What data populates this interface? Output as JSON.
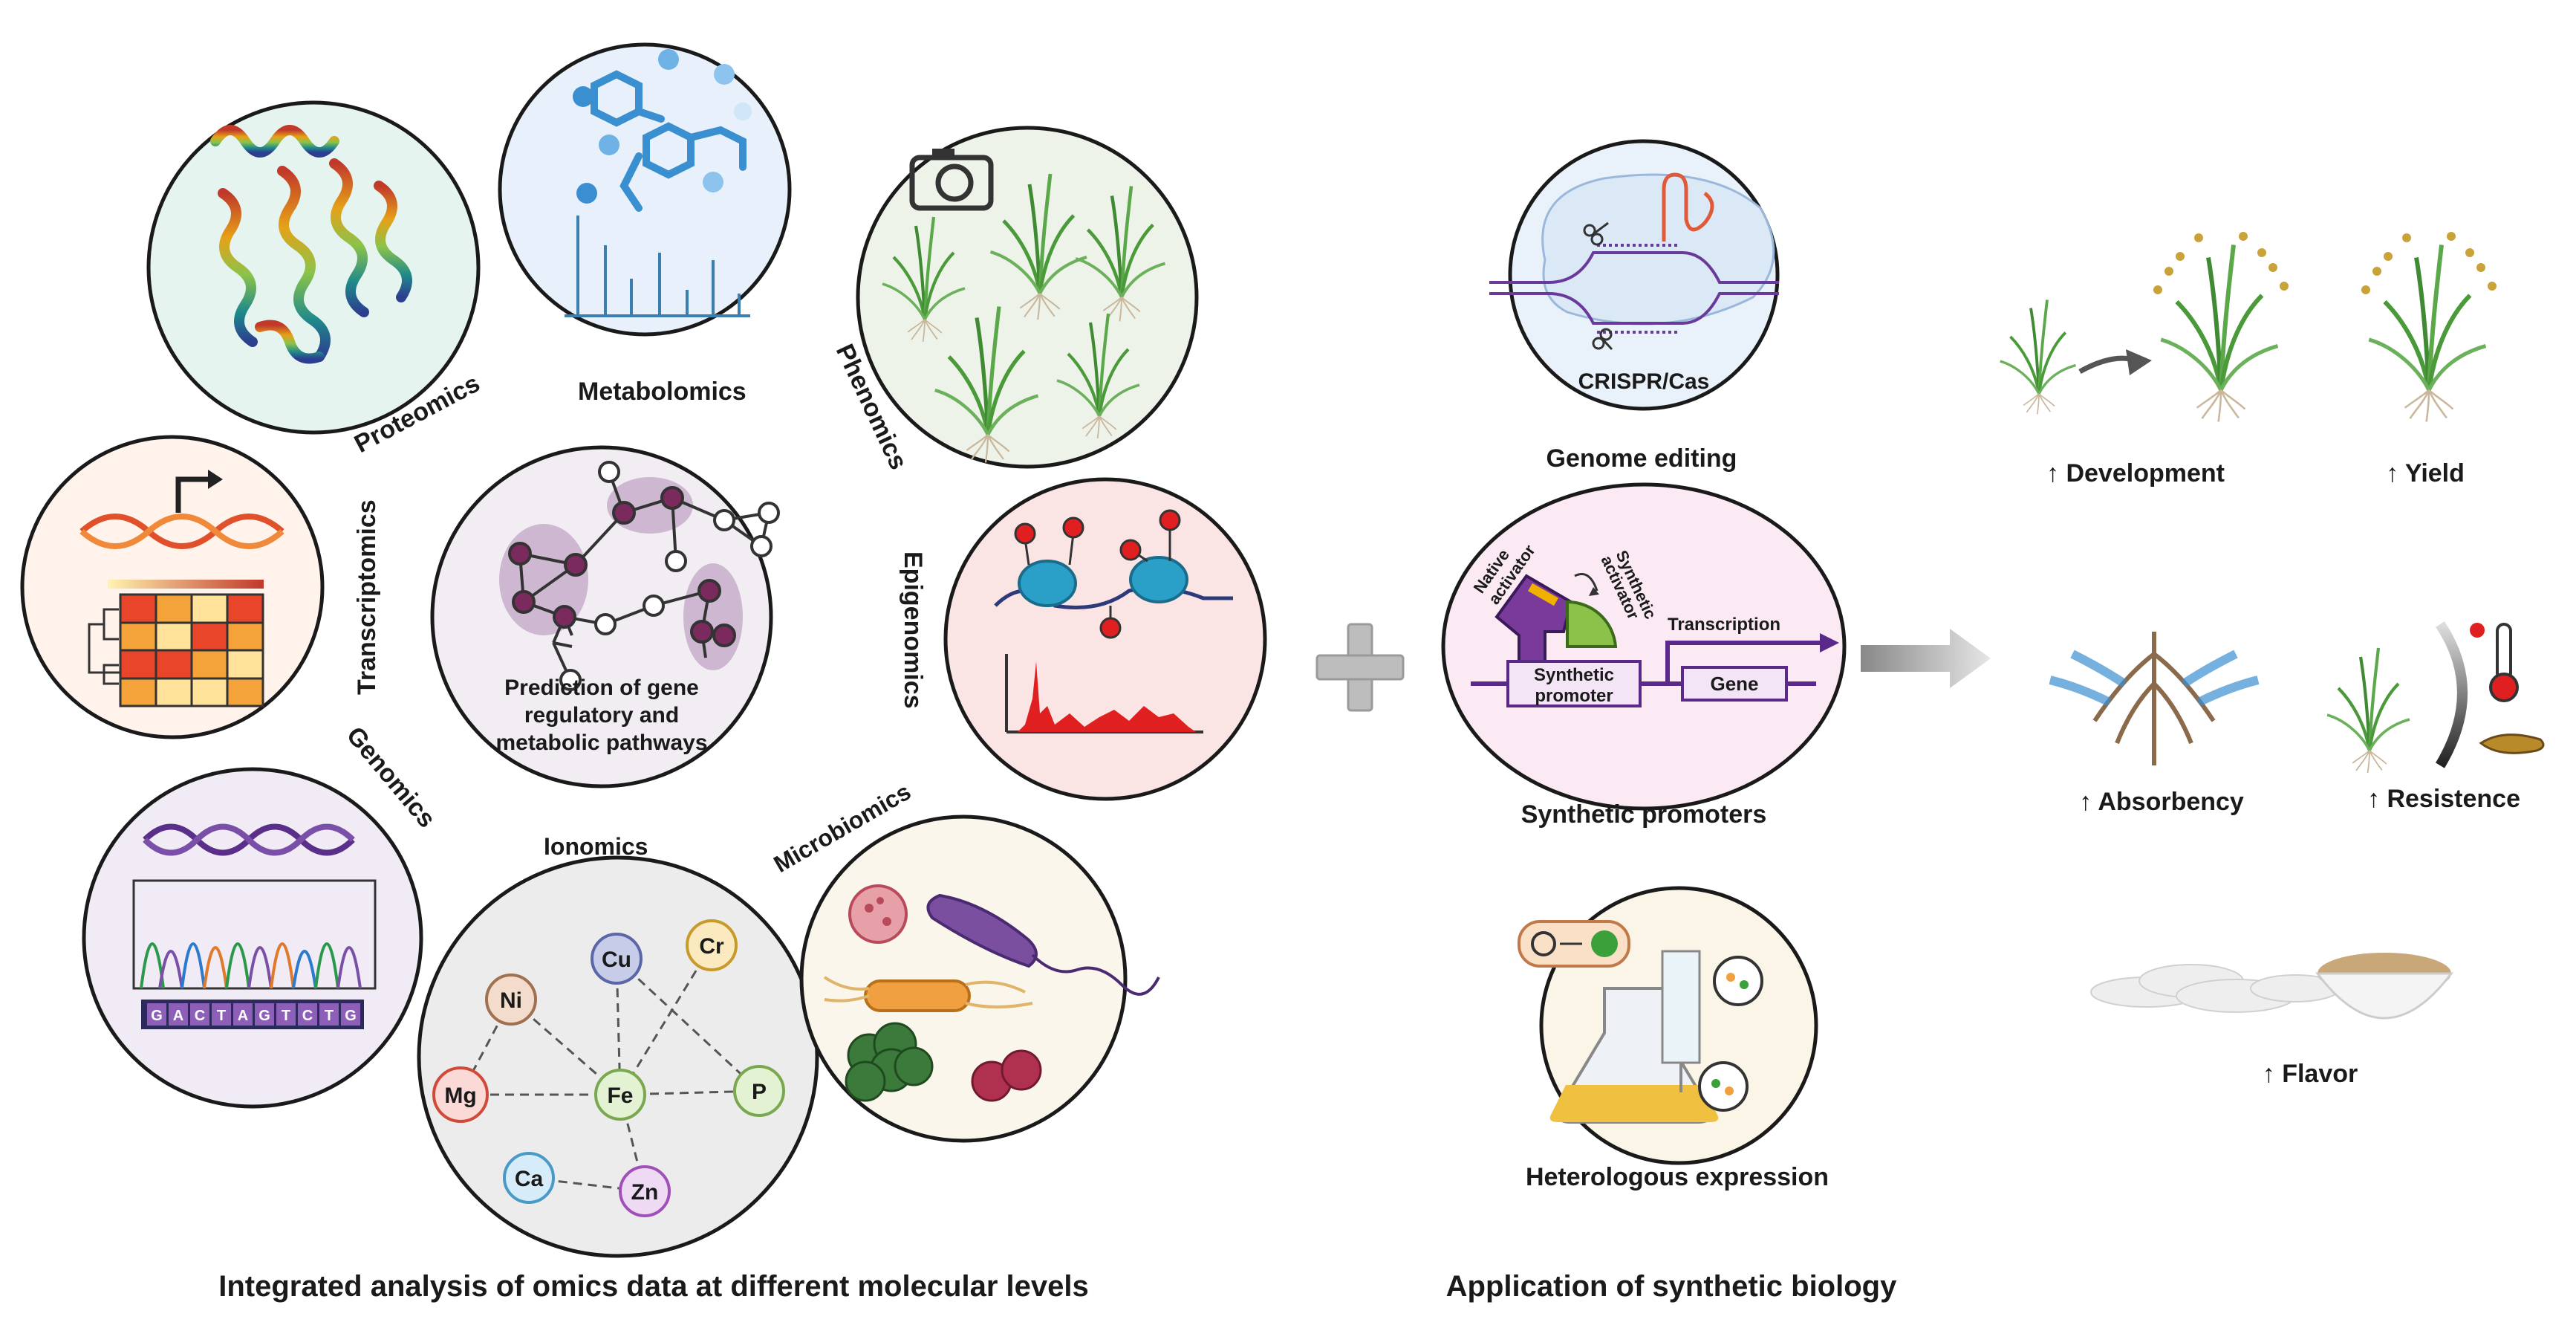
{
  "omics_labels": {
    "proteomics": "Proteomics",
    "metabolomics": "Metabolomics",
    "phenomics": "Phenomics",
    "transcriptomics": "Transcriptomics",
    "epigenomics": "Epigenomics",
    "genomics": "Genomics",
    "ionomics": "Ionomics",
    "microbiomics": "Microbiomics"
  },
  "center_text": [
    "Prediction of gene",
    "regulatory and",
    "metabolic pathways"
  ],
  "ions": [
    "Cu",
    "Cr",
    "Ni",
    "Mg",
    "Fe",
    "P",
    "Ca",
    "Zn"
  ],
  "dna_sequence": [
    "G",
    "A",
    "C",
    "T",
    "A",
    "G",
    "T",
    "C",
    "T",
    "G"
  ],
  "crispr_label": "CRISPR/Cas",
  "genome_editing": "Genome editing",
  "promoter_labels": {
    "native_activator": [
      "Native",
      "activator"
    ],
    "synthetic_activator": [
      "Synthetic",
      "activator"
    ],
    "transcription": "Transcription",
    "synthetic_promoter": [
      "Synthetic",
      "promoter"
    ],
    "gene": "Gene"
  },
  "synthetic_promoters": "Synthetic promoters",
  "heterologous_expression": "Heterologous expression",
  "traits": {
    "development": "↑ Development",
    "yield": "↑ Yield",
    "absorbency": "↑ Absorbency",
    "resistence": "↑ Resistence",
    "flavor": "↑ Flavor"
  },
  "section_titles": {
    "left": "Integrated analysis of omics data at different molecular levels",
    "right": "Application of synthetic biology"
  },
  "colors": {
    "outline": "#1a1a1a",
    "metabolite_blue": "#3a8fd0",
    "pathway_purple": "#7b2a5e",
    "chromatin_red": "#e02020",
    "nucleosome_blue": "#2aa0c8",
    "rice_green": "#4a9a3a",
    "grain_gold": "#c9a23a"
  }
}
